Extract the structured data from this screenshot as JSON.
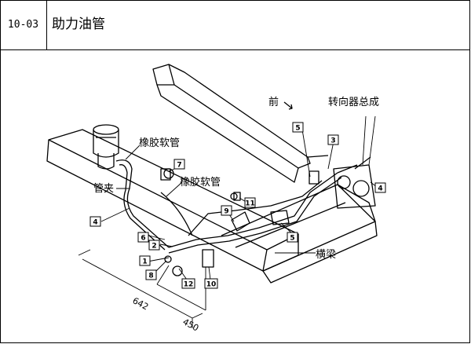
{
  "header": {
    "code": "10-03",
    "title": "助力油管"
  },
  "labels": {
    "rubber_hose_1": "橡胶软管",
    "rubber_hose_2": "橡胶软管",
    "pipe_clamp": "管夹",
    "front": "前",
    "steering_gear": "转向器总成",
    "crossbeam": "横梁"
  },
  "callouts": {
    "c1": "1",
    "c2": "2",
    "c3": "3",
    "c4a": "4",
    "c4b": "4",
    "c5a": "5",
    "c5b": "5",
    "c6": "6",
    "c7": "7",
    "c8": "8",
    "c9": "9",
    "c10": "10",
    "c11": "11",
    "c12": "12"
  },
  "dimensions": {
    "d642": "642",
    "d450": "450"
  }
}
